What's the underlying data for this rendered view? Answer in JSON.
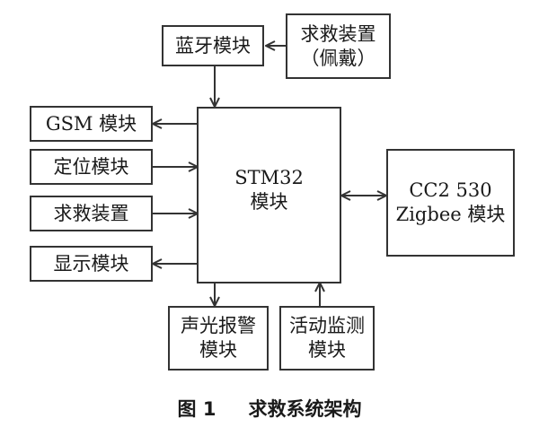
{
  "diagram": {
    "nodes": {
      "bluetooth": [
        "蓝牙模块"
      ],
      "rescue_wearable": [
        "求救装置",
        "（佩戴）"
      ],
      "gsm": [
        "GSM 模块"
      ],
      "positioning": [
        "定位模块"
      ],
      "rescue_device": [
        "求救装置"
      ],
      "display": [
        "显示模块"
      ],
      "mcu": [
        "STM32",
        "模块"
      ],
      "zigbee": [
        "CC2 530",
        "Zigbee 模块"
      ],
      "alarm": [
        "声光报警",
        "模块"
      ],
      "activity": [
        "活动监测",
        "模块"
      ]
    }
  },
  "caption": {
    "number": "图 1",
    "title": "求救系统架构"
  }
}
